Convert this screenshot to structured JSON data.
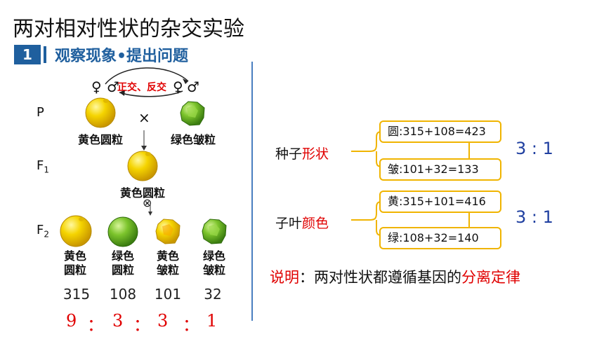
{
  "title": "两对相对性状的杂交实验",
  "section": {
    "number": "1",
    "title": "观察现象•提出问题"
  },
  "cross": {
    "female_symbol": "♀",
    "male_symbol": "♂",
    "reciprocal_label": "正交、反交",
    "times_symbol": "×",
    "self_symbol": "⊗"
  },
  "generations": {
    "p": "P",
    "f1": "F",
    "f1_sub": "1",
    "f2": "F",
    "f2_sub": "2"
  },
  "parents": {
    "left": "黄色圆粒",
    "right": "绿色皱粒"
  },
  "f1_label": "黄色圆粒",
  "f2": [
    {
      "line1": "黄色",
      "line2": "圆粒",
      "count": "315"
    },
    {
      "line1": "绿色",
      "line2": "圆粒",
      "count": "108"
    },
    {
      "line1": "黄色",
      "line2": "皱粒",
      "count": "101"
    },
    {
      "line1": "绿色",
      "line2": "皱粒",
      "count": "32"
    }
  ],
  "ratio": {
    "a": "9",
    "b": "3",
    "c": "3",
    "d": "1",
    "sep": "："
  },
  "right": {
    "shape": {
      "label_prefix": "种子",
      "label_red": "形状",
      "box1": "圆:315+108=423",
      "box2": "皱:101+32=133",
      "ratio": "3 : 1"
    },
    "color": {
      "label_prefix": "子叶",
      "label_red": "颜色",
      "box1": "黄:315+101=416",
      "box2": "绿:108+32=140",
      "ratio": "3 : 1"
    },
    "note": {
      "prefix": "说明：两对性状都遵循基因的",
      "red": "分离定律"
    }
  },
  "colors": {
    "accent": "#1f5f9e",
    "red": "#e00000",
    "box_border": "#f0b400",
    "ratio_blue": "#1f3fa0"
  },
  "icons": [
    "yellow-round-pea-icon",
    "green-round-pea-icon",
    "yellow-wrinkled-pea-icon",
    "green-wrinkled-pea-icon"
  ]
}
